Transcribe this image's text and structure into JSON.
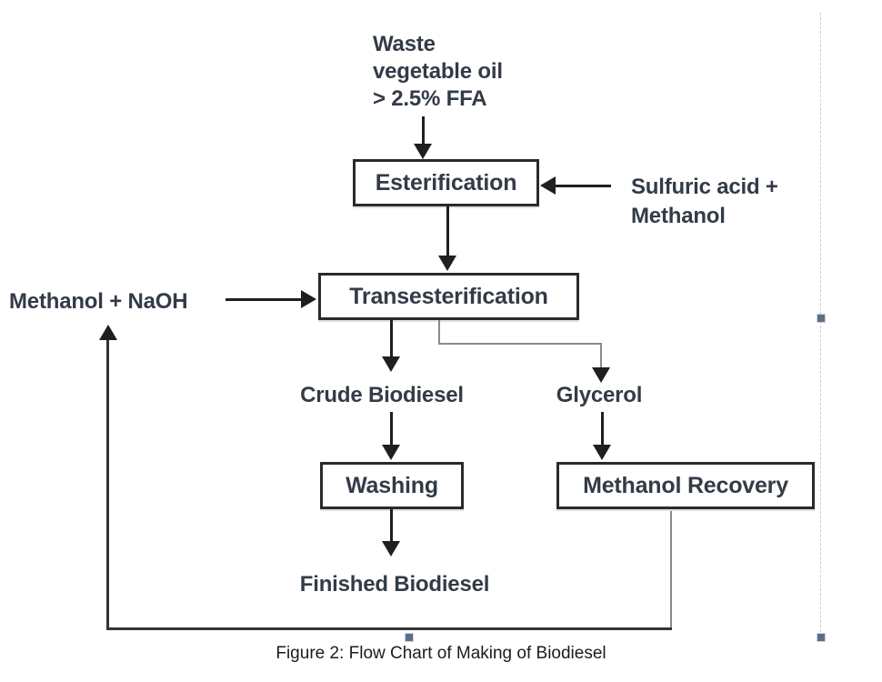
{
  "colors": {
    "ink": "#333b47",
    "line": "#1f1f1f",
    "branch_gray": "#8a8a8a",
    "box_border": "#2a2a2a",
    "selection_handle": "#5d6f88",
    "selection_dash": "#c9ced8",
    "background": "#ffffff"
  },
  "caption": "Figure 2: Flow Chart of Making of Biodiesel",
  "flowchart": {
    "inputs": {
      "waste_oil": {
        "lines": [
          "Waste",
          "vegetable oil",
          "> 2.5% FFA"
        ]
      },
      "sulfuric": {
        "lines": [
          "Sulfuric acid +",
          "Methanol"
        ]
      },
      "methanol_naoh": {
        "label": "Methanol + NaOH"
      }
    },
    "process_boxes": {
      "esterification": "Esterification",
      "transesterification": "Transesterification",
      "washing": "Washing",
      "methanol_recovery": "Methanol Recovery"
    },
    "intermediates": {
      "crude_biodiesel": "Crude Biodiesel",
      "glycerol": "Glycerol",
      "finished_biodiesel": "Finished Biodiesel"
    }
  }
}
